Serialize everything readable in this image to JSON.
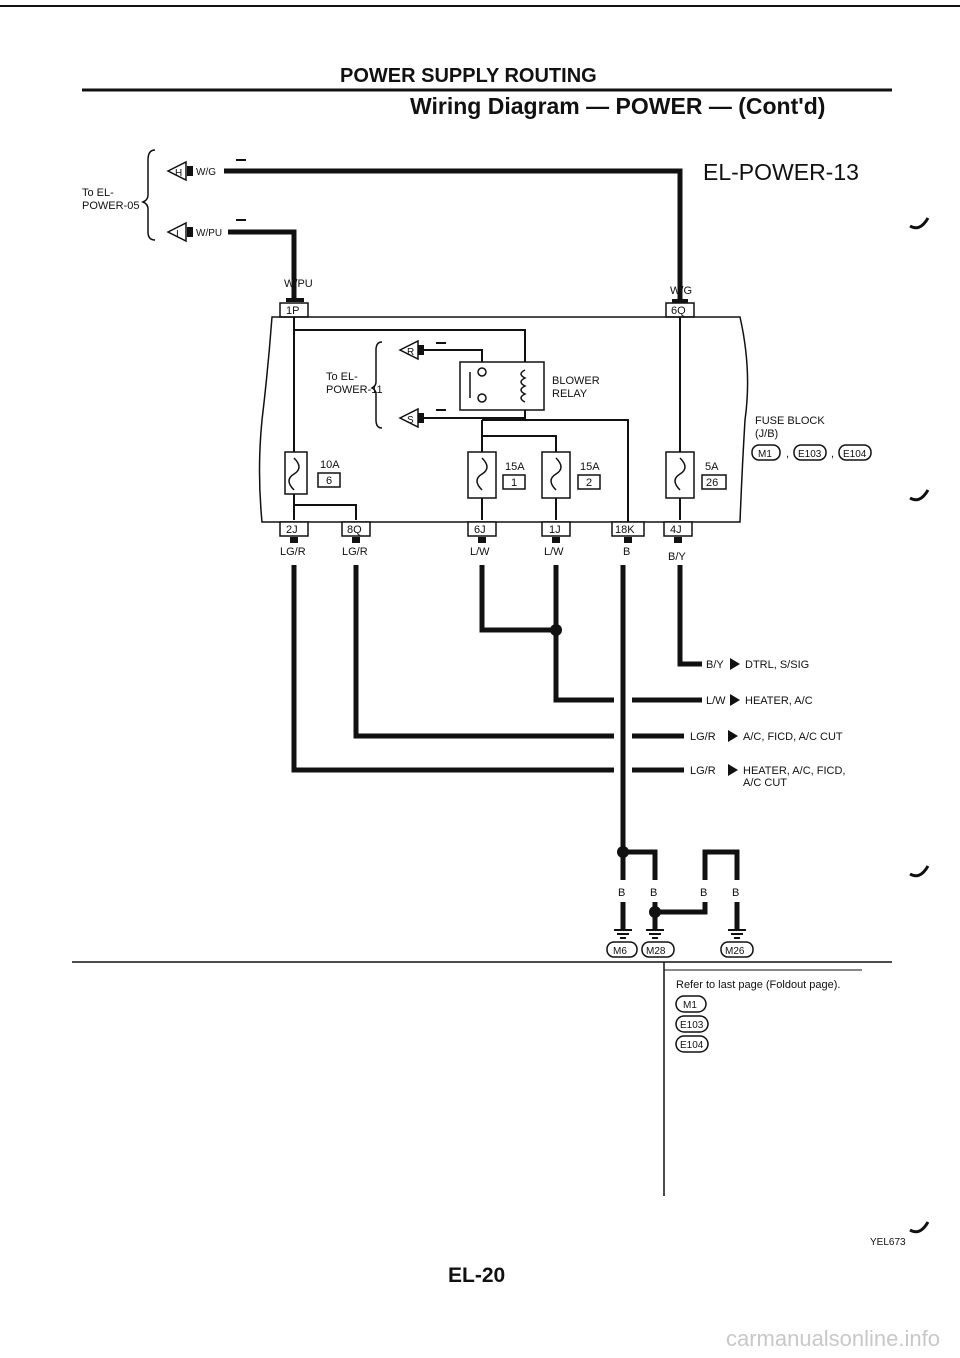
{
  "header": {
    "section": "POWER SUPPLY ROUTING",
    "title": "Wiring Diagram — POWER — (Cont'd)",
    "diagram_id": "EL-POWER-13"
  },
  "left_ref": {
    "label": "To EL-\nPOWER-05",
    "line1": "To EL-",
    "line2": "POWER-05"
  },
  "inputs": [
    {
      "connector": "H",
      "wire": "W/G"
    },
    {
      "connector": "I",
      "wire": "W/PU"
    }
  ],
  "top_terminals": [
    {
      "wire": "W/PU",
      "terminal": "1P"
    },
    {
      "wire": "W/G",
      "terminal": "6Q"
    }
  ],
  "relay": {
    "ref_line1": "To EL-",
    "ref_line2": "POWER-11",
    "connector_r": "R",
    "connector_s": "S",
    "label_line1": "BLOWER",
    "label_line2": "RELAY"
  },
  "fuse_block": {
    "label_line1": "FUSE BLOCK",
    "label_line2": "(J/B)",
    "connectors": [
      "M1",
      "E103",
      "E104"
    ]
  },
  "fuses": [
    {
      "rating": "10A",
      "number": "6"
    },
    {
      "rating": "15A",
      "number": "1"
    },
    {
      "rating": "15A",
      "number": "2"
    },
    {
      "rating": "5A",
      "number": "26"
    }
  ],
  "bottom_terminals": [
    {
      "terminal": "2J",
      "wire": "LG/R"
    },
    {
      "terminal": "8Q",
      "wire": "LG/R"
    },
    {
      "terminal": "6J",
      "wire": "L/W"
    },
    {
      "terminal": "1J",
      "wire": "L/W"
    },
    {
      "terminal": "18K",
      "wire": "B"
    },
    {
      "terminal": "4J",
      "wire": "B/Y"
    }
  ],
  "outputs": [
    {
      "wire": "B/Y",
      "dest": "DTRL, S/SIG"
    },
    {
      "wire": "L/W",
      "dest": "HEATER, A/C"
    },
    {
      "wire": "LG/R",
      "dest": "A/C, FICD, A/C CUT"
    },
    {
      "wire": "LG/R",
      "dest_line1": "HEATER, A/C, FICD,",
      "dest_line2": "A/C CUT"
    }
  ],
  "grounds": {
    "wires": [
      "B",
      "B",
      "B",
      "B"
    ],
    "labels": [
      "M6",
      "M28",
      "M26"
    ]
  },
  "refer": {
    "text": "Refer to last page (Foldout page).",
    "connectors": [
      "M1",
      "E103",
      "E104"
    ]
  },
  "footer": {
    "page": "EL-20",
    "code": "YEL673",
    "watermark": "carmanualsonline.info"
  }
}
